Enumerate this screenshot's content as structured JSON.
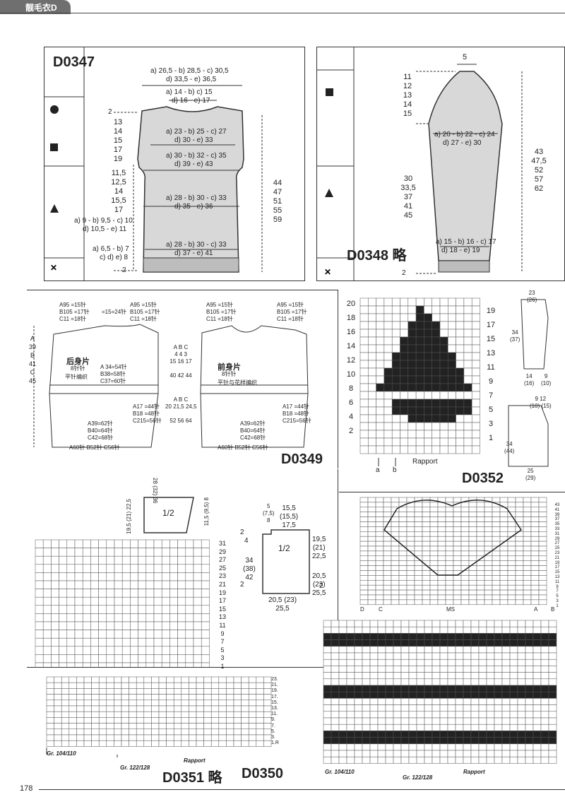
{
  "header": {
    "title": "靓毛衣D"
  },
  "page_number": "178",
  "d0347": {
    "code": "D0347",
    "top_width": "a) 26,5 - b) 28,5 - c) 30,5",
    "top_width2": "d) 33,5 - e) 36,5",
    "neck": "a) 14 - b) c) 15",
    "neck2": "d) 16 - e) 17",
    "chest": "a) 23 - b) 25 - c) 27",
    "chest2": "d) 30 - e) 33",
    "mid": "a) 30 - b) 32 - c) 35",
    "mid2": "d) 39 - e) 43",
    "waist": "a) 28 - b) 30 - c) 33",
    "waist2": "d) 35 - e) 36",
    "hem": "a) 28 - b) 30 - c) 33",
    "hem2": "d) 37 - e) 41",
    "left_a": "a) 9 - b) 9,5 - c) 10",
    "left_a2": "d) 10,5 - e) 11",
    "left_b": "a) 6,5 - b) 7",
    "left_b2": "c) d) e) 8",
    "left_top_nums": [
      "13",
      "14",
      "15",
      "17",
      "19"
    ],
    "left_mid_nums": [
      "11,5",
      "12,5",
      "14",
      "15,5",
      "17"
    ],
    "right_nums": [
      "44",
      "47",
      "51",
      "55",
      "59"
    ],
    "two": "2"
  },
  "d0348": {
    "code": "D0348 略",
    "top": "5",
    "left_top": [
      "11",
      "12",
      "13",
      "14",
      "15"
    ],
    "left_mid": [
      "30",
      "33,5",
      "37",
      "41",
      "45"
    ],
    "right": [
      "43",
      "47,5",
      "52",
      "57",
      "62"
    ],
    "upper": "a) 20 - b) 22 - c) 24",
    "upper2": "d) 27 - e) 30",
    "lower": "a) 15 - b) 16 - c) 17",
    "lower2": "d) 18 - e) 19",
    "two": "2"
  },
  "d0349": {
    "code": "D0349",
    "back_title": "后身片",
    "front_title": "前身片",
    "back_a": "A95 =15针",
    "back_b": "B105 =17针",
    "back_c": "C11 =18针",
    "mid1": "=15=24针",
    "st1": "8针针",
    "st2": "平针编织",
    "front_st2": "平针与花样编织",
    "a34": "A 34=54针",
    "b38": "B38=58针",
    "c37": "C37=60针",
    "a39": "A39=62针",
    "b40": "B40=64针",
    "c42": "C42=68针",
    "bottom": "A60针 B52针 C56针",
    "a17": "A17 =44针",
    "b18": "B18 =48针",
    "c215": "C215=56针",
    "side_left": [
      "A",
      "39",
      "B",
      "41",
      "C",
      "45"
    ],
    "cols": [
      "A",
      "B",
      "C"
    ],
    "n1": [
      "4",
      "4",
      "3"
    ],
    "n2": [
      "15",
      "16",
      "17"
    ],
    "n3": [
      "40",
      "42",
      "44"
    ],
    "n4": [
      "20",
      "21,5",
      "24,5"
    ],
    "n5": [
      "52",
      "56",
      "64"
    ]
  },
  "d0352": {
    "code": "D0352",
    "rapport": "Rapport",
    "left_nums": [
      "20",
      "18",
      "16",
      "14",
      "12",
      "10",
      "8",
      "6",
      "4",
      "2"
    ],
    "right_nums": [
      "19",
      "17",
      "15",
      "13",
      "11",
      "9",
      "7",
      "5",
      "3",
      "1"
    ],
    "a": "a",
    "b": "b",
    "sch1_top": "23",
    "sch1_top2": "(26)",
    "sch1_left": "34",
    "sch1_left2": "(37)",
    "sch1_b1": "14",
    "sch1_b1b": "(16)",
    "sch1_b2": "9",
    "sch1_b2b": "(10)",
    "sch2_top": "9 12",
    "sch2_top2": "(10) (15)",
    "sch2_left": "34",
    "sch2_left2": "(44)",
    "sch2_bot": "25",
    "sch2_bot2": "(29)"
  },
  "d0351": {
    "code": "D0351 略",
    "s1": "28",
    "s2": "(32)",
    "s3": "36",
    "l1": "19,5",
    "l2": "(21)",
    "l3": "22,5",
    "r1": "11,5",
    "r2": "(9,5)",
    "r3": "8",
    "half": "1/2",
    "row_nums": [
      "31",
      "29",
      "27",
      "25",
      "23",
      "21",
      "19",
      "17",
      "15",
      "13",
      "11",
      "9",
      "7",
      "5",
      "3",
      "1"
    ]
  },
  "d0350sch": {
    "top": "5",
    "top2": "(7,5)",
    "top3": "8",
    "w1": "15,5",
    "w2": "(15,5)",
    "w3": "17,5",
    "left1": "34",
    "left2": "(38)",
    "left3": "42",
    "r1": "19,5",
    "r2": "(21)",
    "r3": "22,5",
    "r4": "20,5",
    "r5": "(23)",
    "r6": "25,5",
    "bot": "20,5 (23)",
    "bot2": "25,5",
    "half": "1/2",
    "two": "2",
    "four": "4"
  },
  "d0350": {
    "code": "D0350",
    "ms": "MS",
    "d": "D",
    "c": "C",
    "a": "A",
    "b": "B",
    "row_nums": [
      "43",
      "41",
      "39",
      "37",
      "35",
      "33",
      "31",
      "29",
      "27",
      "25",
      "23",
      "21",
      "19",
      "17",
      "15",
      "13",
      "11",
      "9",
      "7",
      "5",
      "3",
      "1"
    ]
  },
  "knit_bl": {
    "rows": [
      "23.",
      "21.",
      "19.",
      "17.",
      "15.",
      "13.",
      "11.",
      "9.",
      "7.",
      "5.",
      "3.",
      "1.R"
    ],
    "gr1": "Gr. 104/110",
    "gr2": "Gr. 122/128",
    "rapport": "Rapport"
  },
  "knit_br": {
    "gr1": "Gr. 104/110",
    "gr2": "Gr. 122/128",
    "rapport": "Rapport"
  }
}
